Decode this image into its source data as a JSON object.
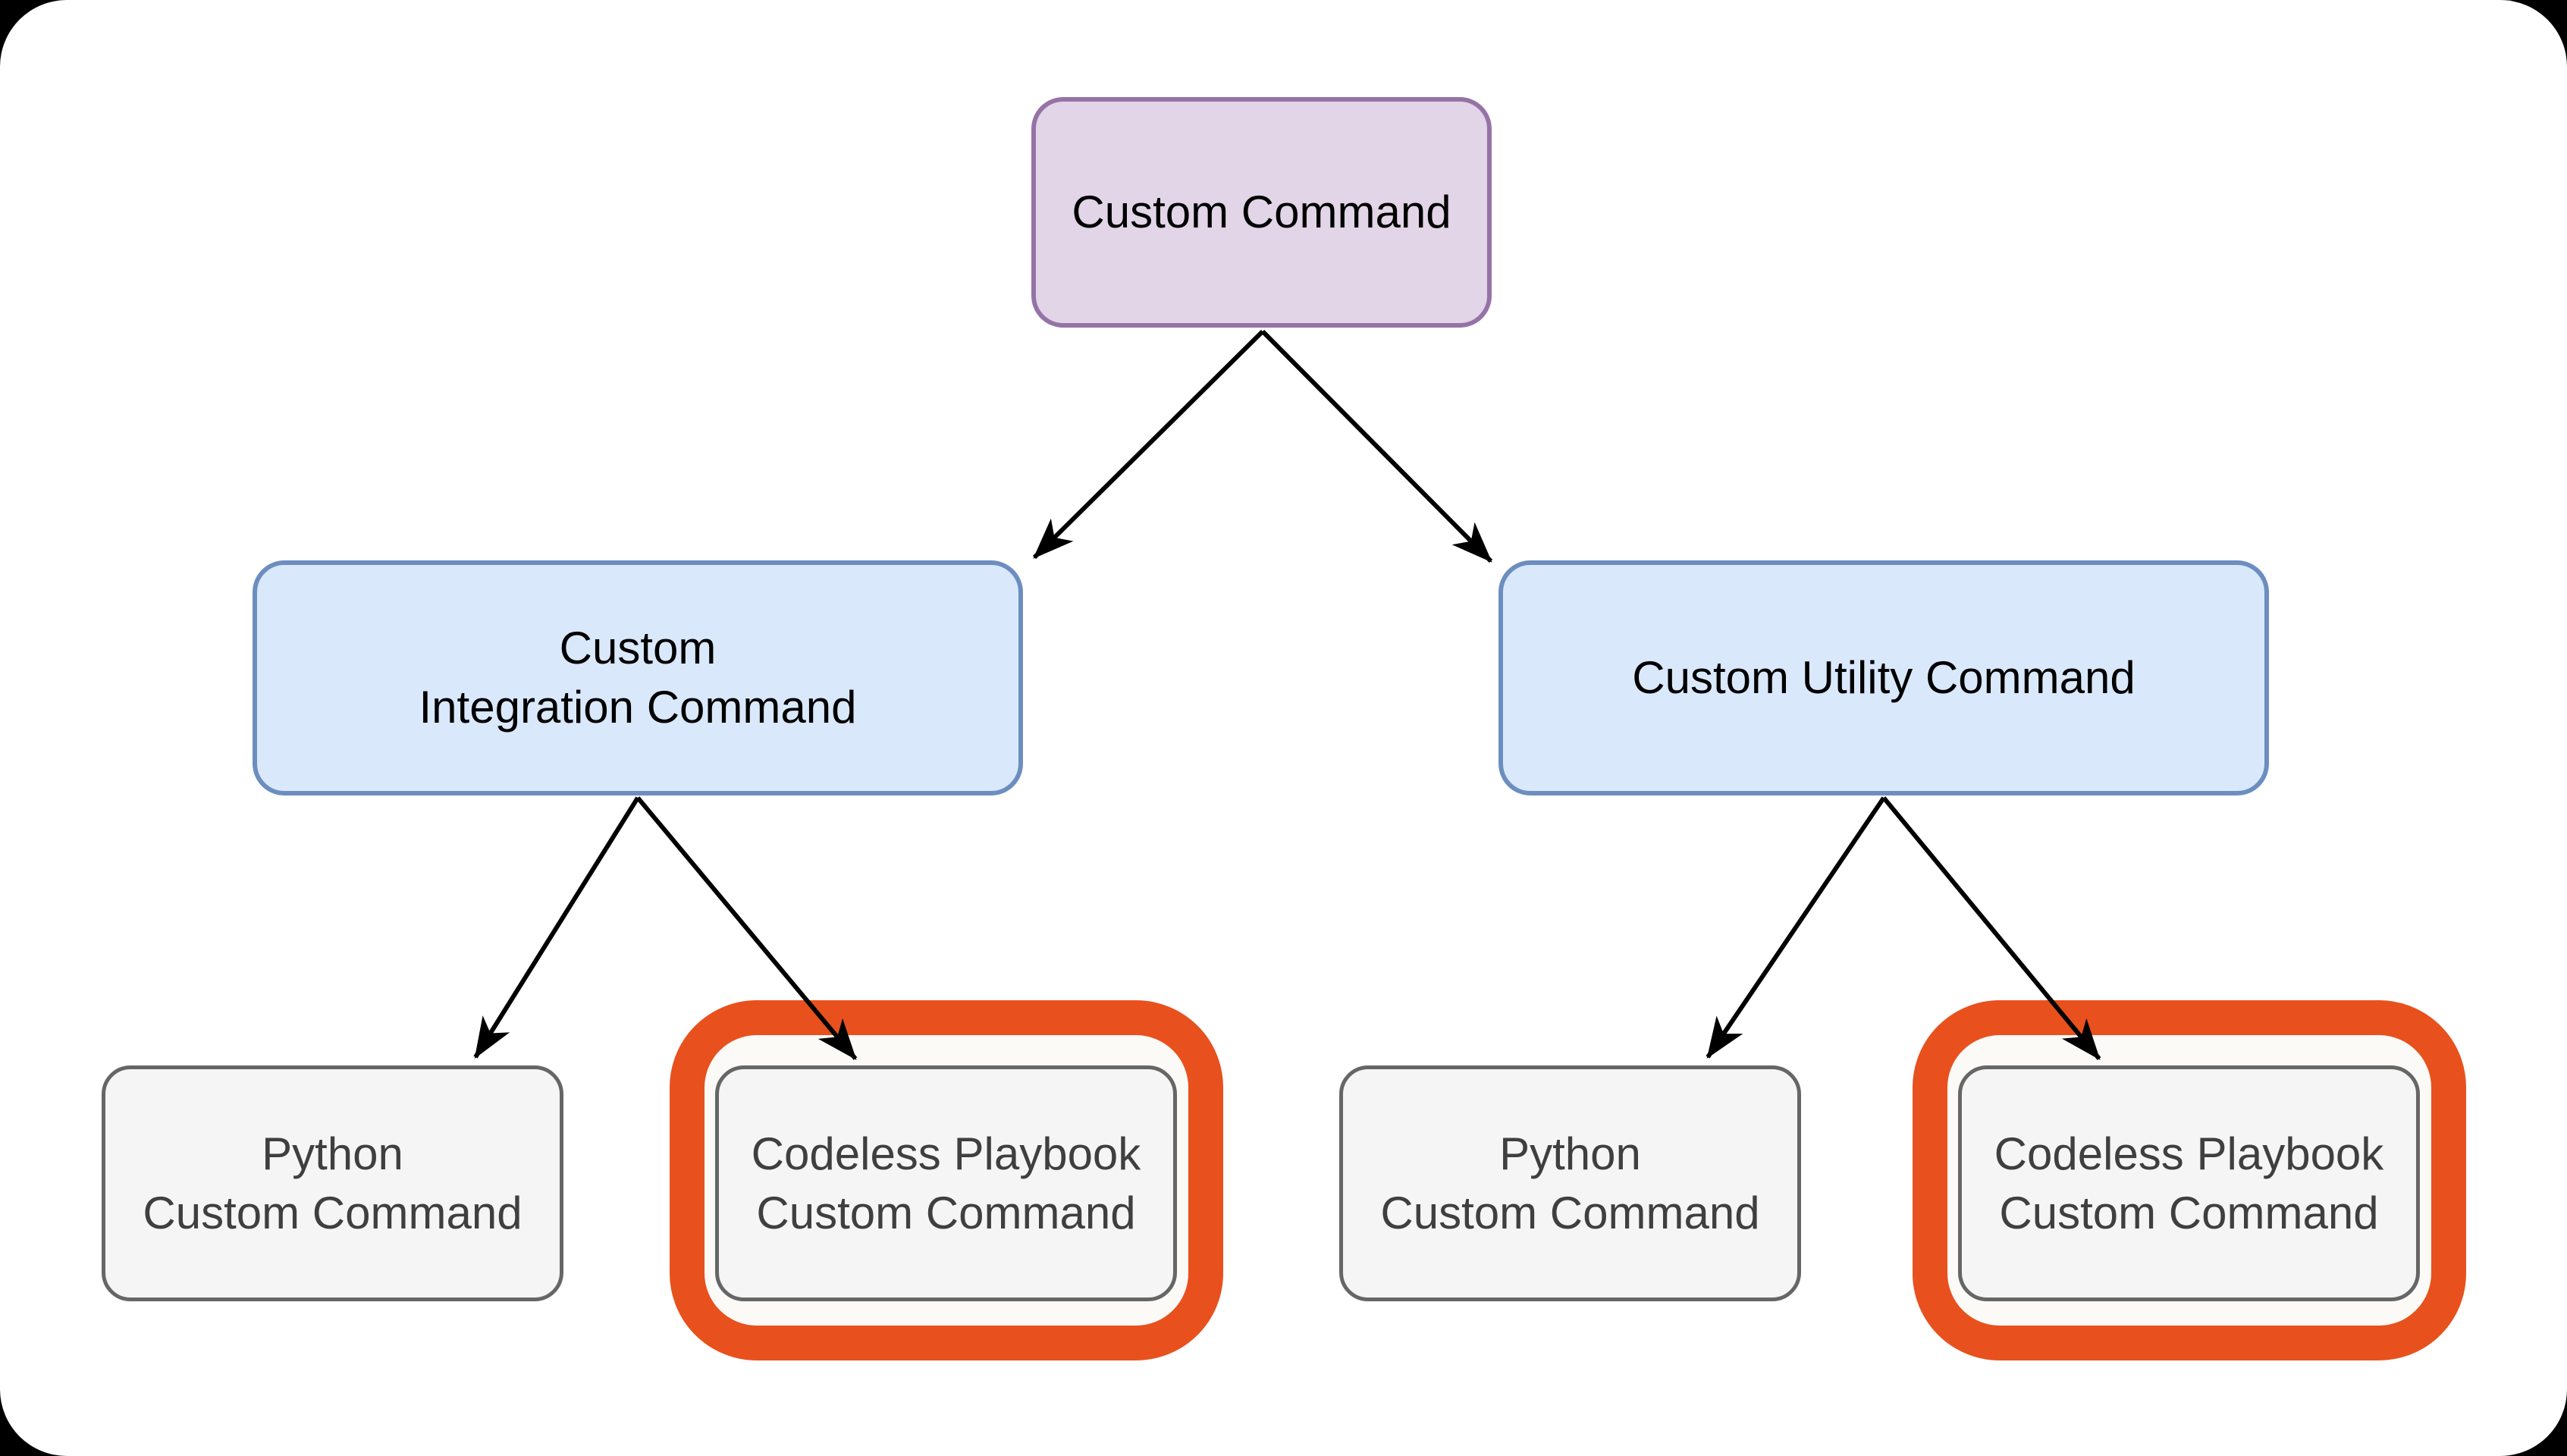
{
  "diagram": {
    "description": "Hierarchy of custom command types with Codeless Playbook variants highlighted",
    "nodes": {
      "root": {
        "line1": "Custom Command"
      },
      "integration": {
        "line1": "Custom",
        "line2": "Integration Command"
      },
      "utility": {
        "line1": "Custom Utility Command"
      },
      "python_integration": {
        "line1": "Python",
        "line2": "Custom Command"
      },
      "codeless_integration": {
        "line1": "Codeless Playbook",
        "line2": "Custom Command"
      },
      "python_utility": {
        "line1": "Python",
        "line2": "Custom Command"
      },
      "codeless_utility": {
        "line1": "Codeless Playbook",
        "line2": "Custom Command"
      }
    },
    "edges": [
      {
        "from": "root",
        "to": "integration"
      },
      {
        "from": "root",
        "to": "utility"
      },
      {
        "from": "integration",
        "to": "python_integration"
      },
      {
        "from": "integration",
        "to": "codeless_integration"
      },
      {
        "from": "utility",
        "to": "python_utility"
      },
      {
        "from": "utility",
        "to": "codeless_utility"
      }
    ],
    "highlighted_nodes": [
      "codeless_integration",
      "codeless_utility"
    ]
  },
  "colors": {
    "background": "#000000",
    "canvas": "#FFFFFF",
    "root_fill": "#E1D5E7",
    "root_border": "#9673A6",
    "branch_fill": "#DAE8FC",
    "branch_border": "#6C8EBF",
    "leaf_fill": "#F5F5F5",
    "leaf_border": "#666666",
    "leaf_text": "#3F3F3F",
    "node_text": "#000000",
    "highlight": "#E8511D",
    "arrow": "#000000"
  }
}
